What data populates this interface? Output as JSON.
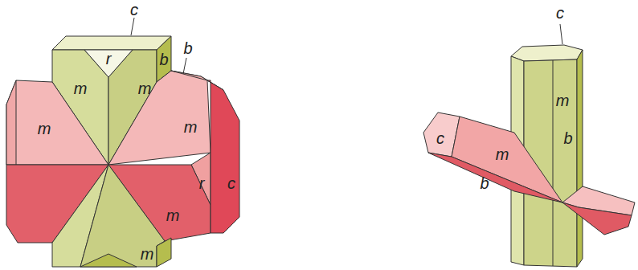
{
  "diagram": {
    "labels": [
      "c",
      "r",
      "m",
      "m",
      "b",
      "b",
      "m",
      "m",
      "r",
      "c",
      "m",
      "m",
      "c",
      "m",
      "b",
      "c",
      "m",
      "b"
    ]
  }
}
